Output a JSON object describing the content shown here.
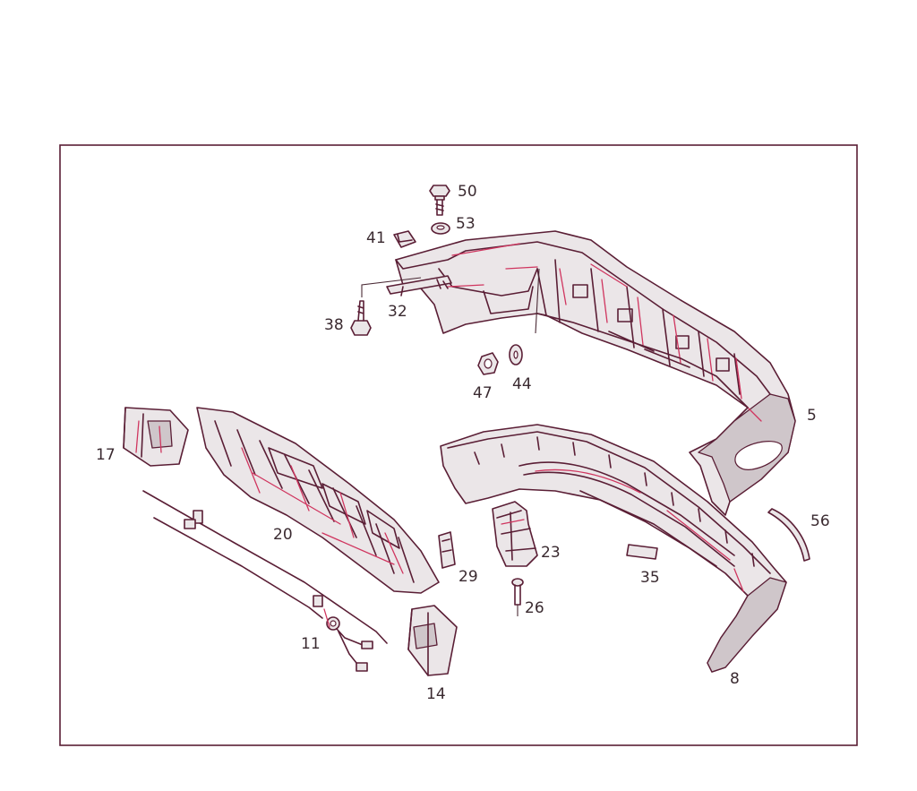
{
  "labels": {
    "p50": "50",
    "p53": "53",
    "p41": "41",
    "p32": "32",
    "p38": "38",
    "p47": "47",
    "p44": "44",
    "p5": "5",
    "p17": "17",
    "p20": "20",
    "p11": "11",
    "p29": "29",
    "p23": "23",
    "p26": "26",
    "p35": "35",
    "p56": "56",
    "p14": "14",
    "p8": "8"
  },
  "colors": {
    "outline": "#5a1e35",
    "accent": "#d0355f",
    "frame": "#5a1e35",
    "fill": "#ebe6e8"
  }
}
